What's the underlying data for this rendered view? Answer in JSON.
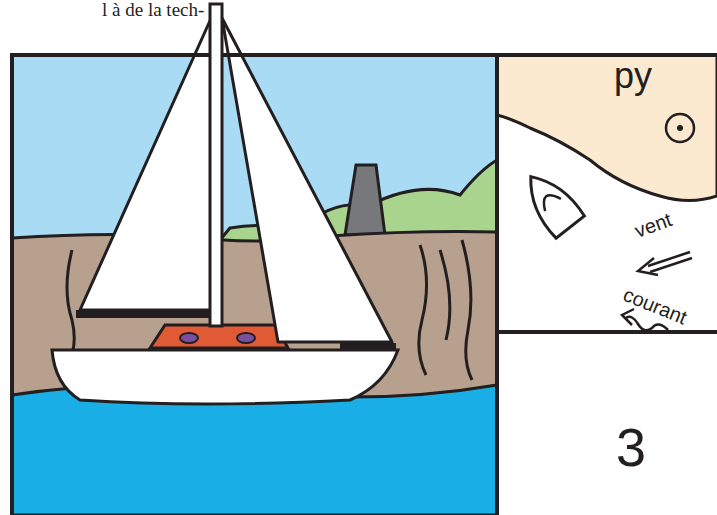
{
  "diagram": {
    "labels": [
      "l à de la tech-",
      "py",
      "vent",
      "courant",
      "3"
    ]
  }
}
